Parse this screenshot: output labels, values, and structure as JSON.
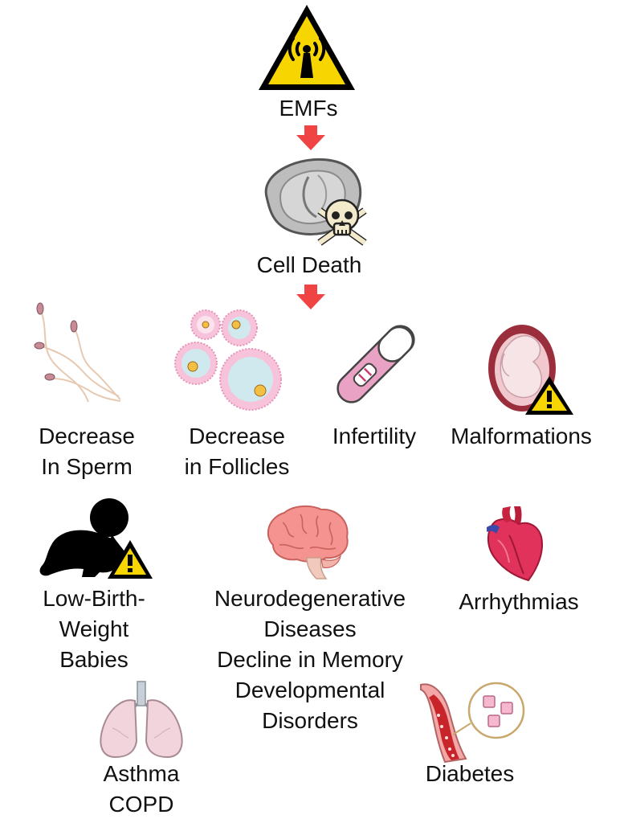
{
  "title": "EMFs",
  "colors": {
    "arrow": "#f04444",
    "warning": "#f6d500",
    "cell": "#c8c8c8",
    "sperm": "#c88a95",
    "follicle": "#e792b9",
    "test": "#e9a1c4",
    "brain": "#f4938f",
    "heart": "#e0325a",
    "lung": "#f1d4dc"
  },
  "nodes": {
    "source": {
      "label": "EMFs",
      "icon": "radiation-warning-icon"
    },
    "cell_death": {
      "label": "Cell Death",
      "icon": "cell-with-skull-icon"
    },
    "sperm": {
      "lines": [
        "Decrease",
        "In Sperm"
      ],
      "icon": "sperm-icon"
    },
    "follicles": {
      "lines": [
        "Decrease",
        "in Follicles"
      ],
      "icon": "follicles-icon"
    },
    "infertility": {
      "label": "Infertility",
      "icon": "pregnancy-test-icon"
    },
    "malformations": {
      "label": "Malformations",
      "icon": "fetus-warning-icon"
    },
    "low_birth_weight": {
      "lines": [
        "Low-Birth-",
        "Weight",
        "Babies"
      ],
      "icon": "baby-warning-icon"
    },
    "neuro": {
      "lines": [
        "Neurodegenerative",
        "Diseases",
        "Decline in Memory",
        "Developmental",
        "Disorders"
      ],
      "icon": "brain-icon"
    },
    "arrhythmias": {
      "label": "Arrhythmias",
      "icon": "heart-icon"
    },
    "asthma": {
      "lines": [
        "Asthma",
        "COPD"
      ],
      "icon": "lungs-icon"
    },
    "diabetes": {
      "label": "Diabetes",
      "icon": "blood-vessel-glucose-icon"
    }
  }
}
